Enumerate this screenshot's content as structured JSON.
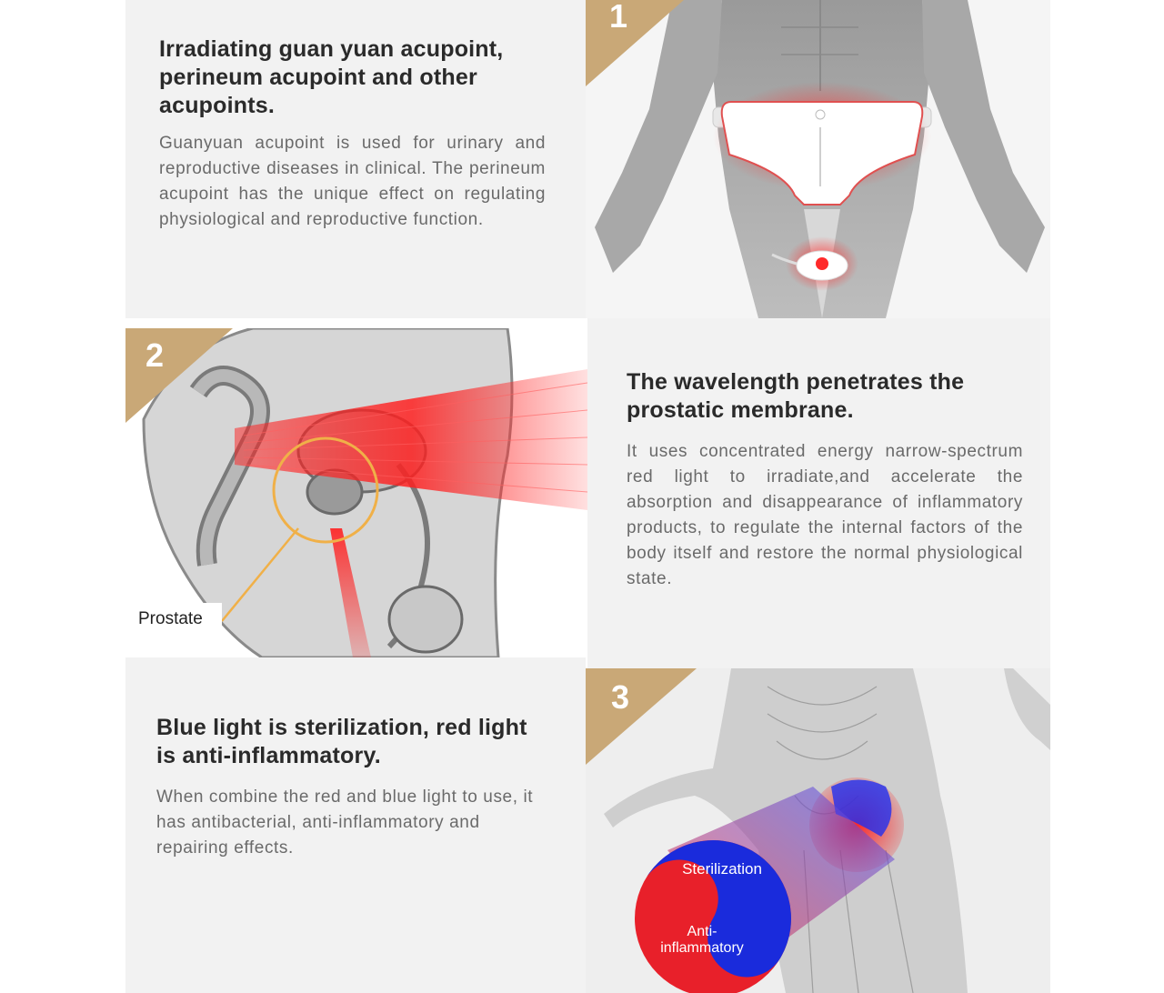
{
  "sections": [
    {
      "number": "1",
      "heading": "Irradiating guan yuan acupoint, perineum acupoint and other acupoints.",
      "body": "Guanyuan acupoint is used for urinary and reproductive diseases in clinical. The perineum acupoint has the unique effect on regulating physiological and reproductive function."
    },
    {
      "number": "2",
      "heading": "The wavelength penetrates the prostatic membrane.",
      "body": "It uses concentrated energy narrow-spectrum red light to irradiate,and accelerate the absorption and disappearance of inflammatory products, to regulate the internal factors of the body itself and restore the normal physiological state.",
      "image_label": "Prostate"
    },
    {
      "number": "3",
      "heading": "Blue light is sterilization, red light is anti-inflammatory.",
      "body": "When combine the red and blue light to use, it has antibacterial, anti-inflammatory and repairing effects.",
      "image_labels": {
        "blue": "Sterilization",
        "red_line1": "Anti-",
        "red_line2": "inflammatory"
      }
    }
  ],
  "colors": {
    "badge": "#c9a877",
    "panel_bg": "#f2f2f2",
    "heading": "#2a2a2a",
    "body": "#6a6a6a",
    "red": "#e8202a",
    "blue": "#1a2bdc"
  }
}
